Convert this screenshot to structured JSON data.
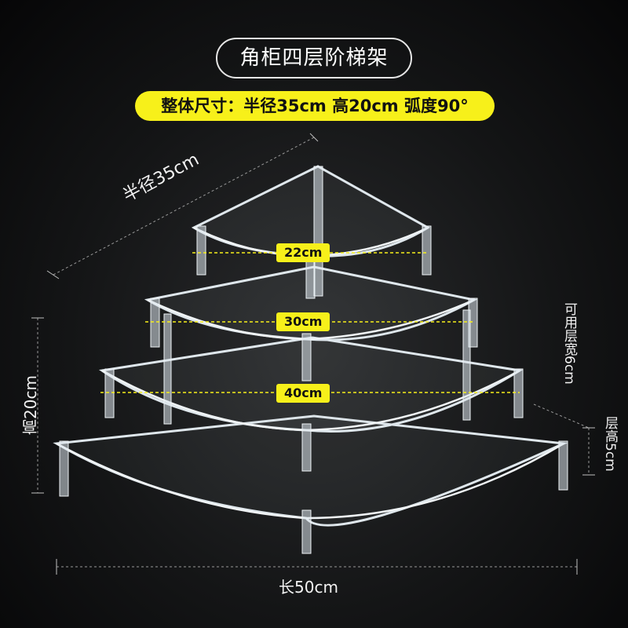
{
  "title": "角柜四层阶梯架",
  "spec": "整体尺寸：半径35cm 高20cm 弧度90°",
  "dimensions": {
    "radius": "半径35cm",
    "height": "高20cm",
    "length": "长50cm",
    "usable_width": "可用层宽6cm",
    "layer_height": "层高5cm"
  },
  "tier_widths": [
    "22cm",
    "30cm",
    "40cm"
  ],
  "colors": {
    "highlight": "#f7f01a",
    "background": "#141516",
    "acrylic": "#e8eef2"
  }
}
